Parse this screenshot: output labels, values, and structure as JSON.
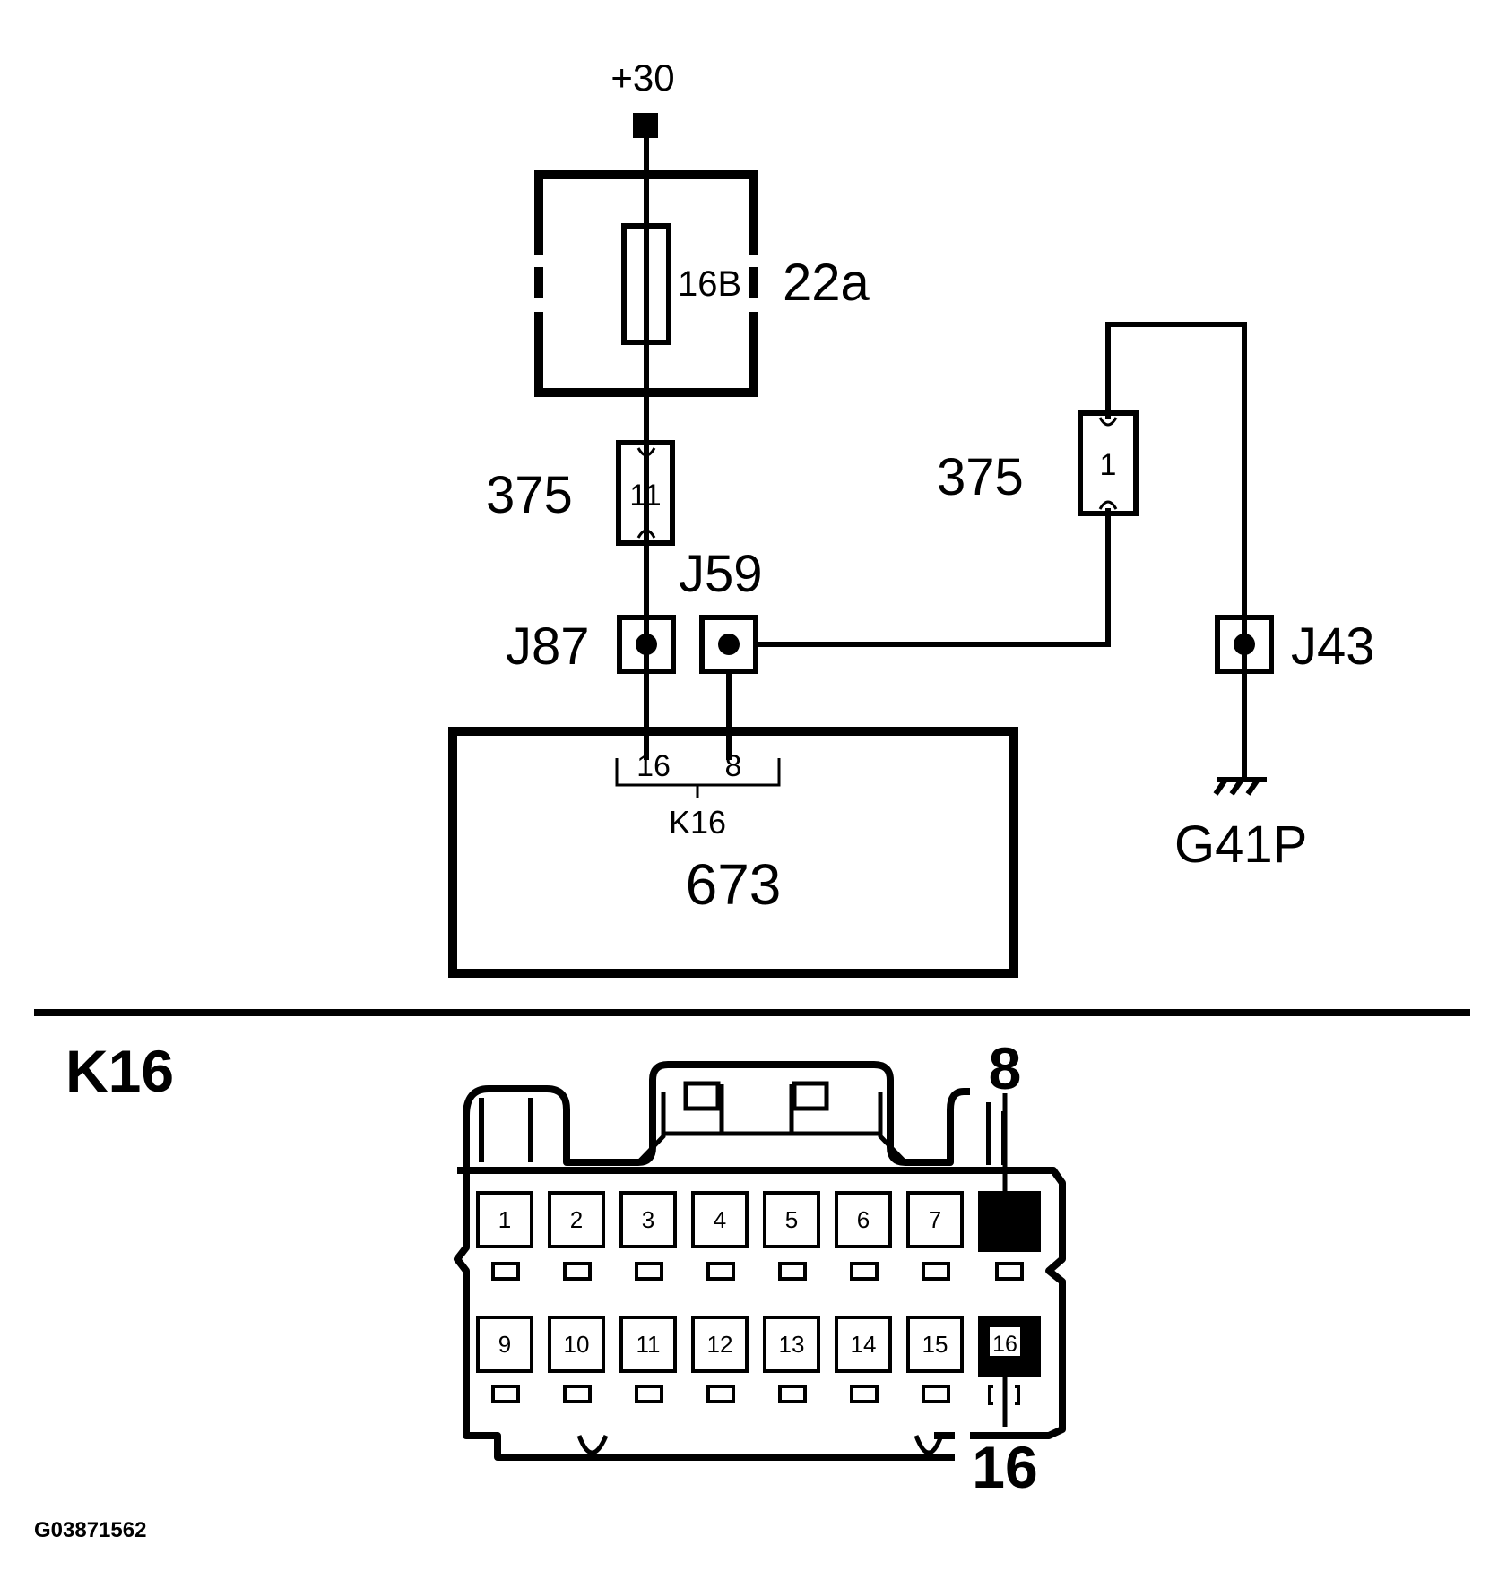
{
  "colors": {
    "ink": "#000000",
    "paper": "#ffffff"
  },
  "labels": {
    "supply": "+30",
    "fuse_rating": "16B",
    "fuse_box": "22a",
    "connector_left": "375",
    "connector_left_pin": "11",
    "connector_right": "375",
    "connector_right_pin": "1",
    "j59": "J59",
    "j87": "J87",
    "j43": "J43",
    "ground": "G41P",
    "module_pin_a": "16",
    "module_pin_b": "8",
    "module_connector": "K16",
    "module": "673",
    "connector_view_title": "K16",
    "callout_top": "8",
    "callout_bottom": "16",
    "figure_id": "G03871562"
  },
  "connector_pins": {
    "row1": [
      "1",
      "2",
      "3",
      "4",
      "5",
      "6",
      "7",
      ""
    ],
    "row2": [
      "9",
      "10",
      "11",
      "12",
      "13",
      "14",
      "15",
      "16"
    ]
  }
}
